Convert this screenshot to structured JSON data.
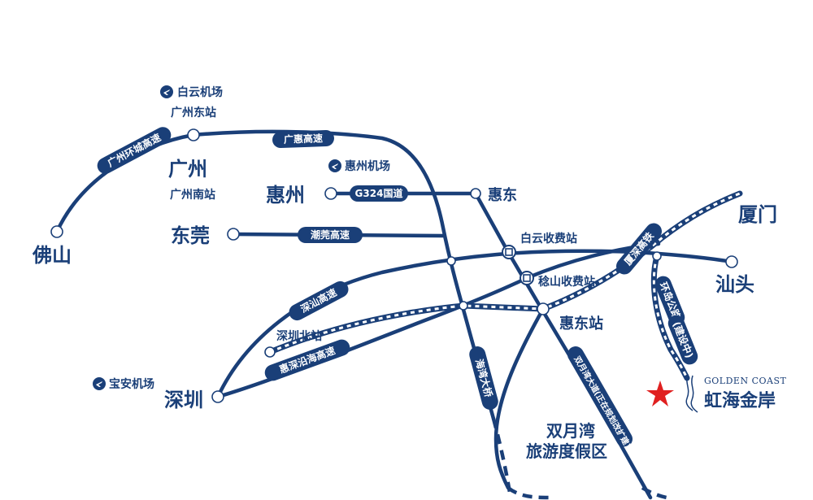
{
  "cities": {
    "foshan": "佛山",
    "guangzhou": "广州",
    "dongguan": "东莞",
    "shenzhen": "深圳",
    "huizhou": "惠州",
    "xiamen": "厦门",
    "shantou": "汕头"
  },
  "places": {
    "baiyun_airport": "白云机场",
    "guangzhou_east": "广州东站",
    "guangzhou_south": "广州南站",
    "huizhou_airport": "惠州机场",
    "huidong": "惠东",
    "baiyun_toll": "白云收费站",
    "jishan_toll": "稔山收费站",
    "huidong_station": "惠东站",
    "shenzhen_north": "深圳北站",
    "baoan_airport": "宝安机场"
  },
  "routes": {
    "guangzhou_ring": "广州环城高速",
    "guanghui": "广惠高速",
    "g324": "G324国道",
    "chaoguan": "潮莞高速",
    "shenshan": "深汕高速",
    "huishen_coastal": "惠深沿海高速",
    "haiwan_bridge": "海湾大桥",
    "xiashen_rail": "厦深高铁",
    "coastal_road": "环岛公路",
    "under_construction": "(建设中)",
    "vertical_road": "双月湾大道",
    "vertical_road_note": "(正在规划改扩建)"
  },
  "resort": {
    "line1": "双月湾",
    "line2": "旅游度假区"
  },
  "brand": {
    "english": "GOLDEN COAST",
    "chinese": "虹海金岸"
  },
  "colors": {
    "primary": "#1a3f78",
    "star": "#e02020"
  },
  "icons": {
    "airport": "airplane-icon",
    "toll": "toll-gate-icon",
    "project": "star-icon"
  }
}
